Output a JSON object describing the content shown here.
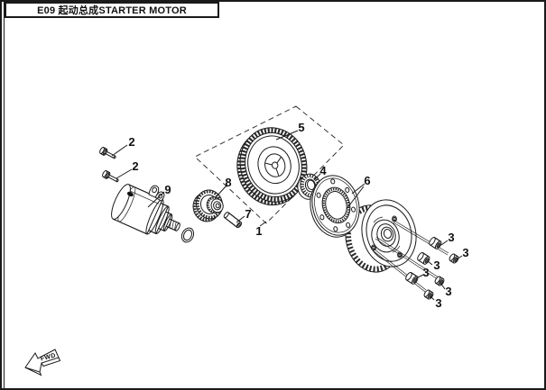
{
  "title": {
    "text": "E09 起动总成STARTER MOTOR"
  },
  "direction": {
    "label": "FWD"
  },
  "callouts": {
    "c1": "1",
    "c2": "2",
    "c3": "3",
    "c4": "4",
    "c5": "5",
    "c6": "6",
    "c7": "7",
    "c8": "8",
    "c9": "9"
  }
}
